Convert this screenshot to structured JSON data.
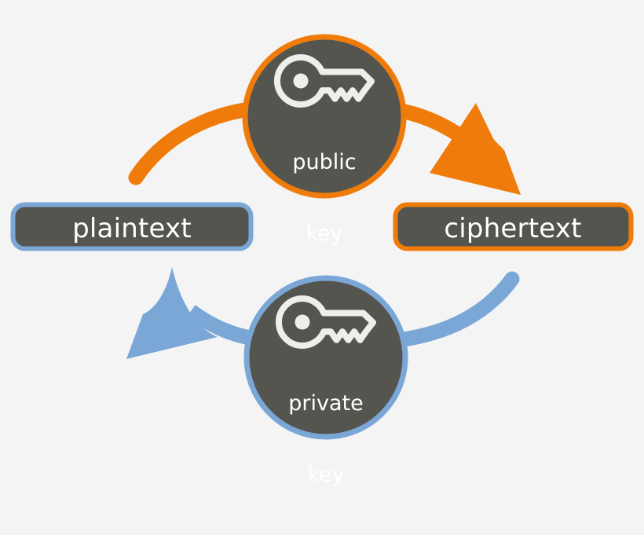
{
  "diagram": {
    "title": "Asymmetric (public-key) encryption flow",
    "type": "flow-diagram",
    "background_color": "#f4f4f4",
    "colors": {
      "orange": "#ef7c0a",
      "blue": "#7aa7d6",
      "node_fill": "#555550",
      "label_text": "#ffffff"
    },
    "nodes": {
      "plaintext": {
        "label": "plaintext",
        "shape": "rounded-rect",
        "fill": "#555550",
        "stroke": "#7aa7d6"
      },
      "ciphertext": {
        "label": "ciphertext",
        "shape": "rounded-rect",
        "fill": "#555550",
        "stroke": "#ef7c0a"
      },
      "public_key": {
        "label_line1": "public",
        "label_line2": "key",
        "shape": "circle",
        "fill": "#555550",
        "stroke": "#ef7c0a",
        "icon": "key-icon"
      },
      "private_key": {
        "label_line1": "private",
        "label_line2": "key",
        "shape": "circle",
        "fill": "#555550",
        "stroke": "#7aa7d6",
        "icon": "key-icon"
      }
    },
    "edges": [
      {
        "id": "encrypt-arrow",
        "from": "plaintext",
        "via": "public_key",
        "to": "ciphertext",
        "color": "#ef7c0a",
        "direction": "left-to-right"
      },
      {
        "id": "decrypt-arrow",
        "from": "ciphertext",
        "via": "private_key",
        "to": "plaintext",
        "color": "#7aa7d6",
        "direction": "right-to-left"
      }
    ]
  }
}
